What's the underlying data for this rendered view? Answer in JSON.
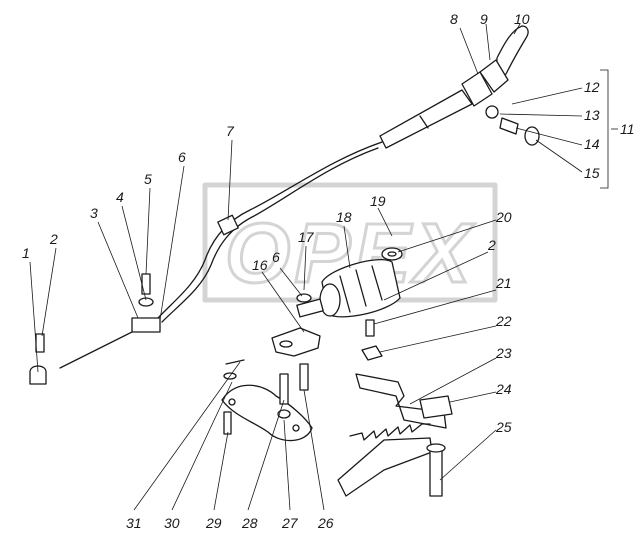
{
  "watermark": {
    "text": "OPEX"
  },
  "callouts": [
    "1",
    "2",
    "3",
    "4",
    "5",
    "6",
    "7",
    "8",
    "9",
    "10",
    "11",
    "12",
    "13",
    "14",
    "15",
    "16",
    "17",
    "18",
    "19",
    "20",
    "2",
    "21",
    "22",
    "23",
    "24",
    "25",
    "26",
    "27",
    "28",
    "29",
    "30",
    "31",
    "6"
  ],
  "colors": {
    "ink": "#1a1a1a",
    "watermark": "#d4d4d4",
    "background": "#ffffff"
  }
}
